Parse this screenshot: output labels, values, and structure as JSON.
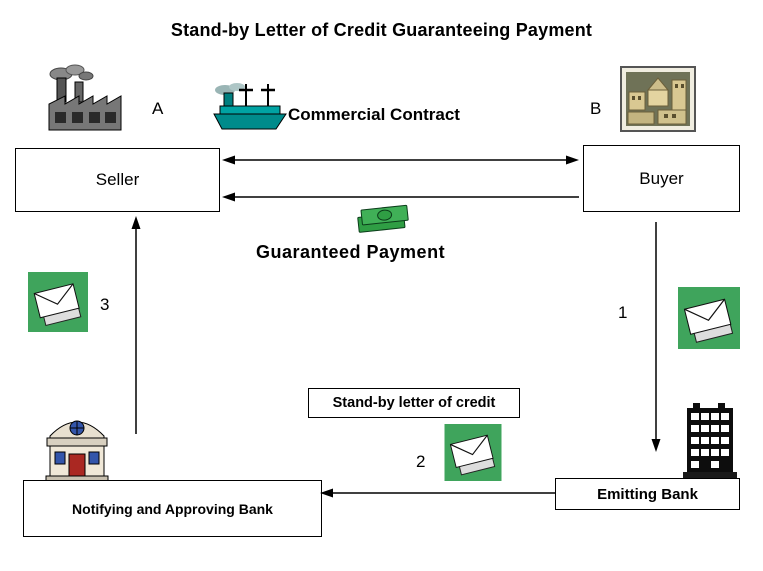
{
  "title": "Stand-by Letter of Credit Guaranteeing Payment",
  "parties": {
    "seller": {
      "label": "Seller",
      "marker": "A"
    },
    "buyer": {
      "label": "Buyer",
      "marker": "B"
    }
  },
  "banks": {
    "notifying": {
      "label": "Notifying and Approving Bank"
    },
    "emitting": {
      "label": "Emitting Bank"
    }
  },
  "flows": {
    "commercial_contract": "Commercial Contract",
    "guaranteed_payment": "Guaranteed Payment",
    "standby_letter_of_credit": "Stand-by letter of credit"
  },
  "steps": {
    "one": "1",
    "two": "2",
    "three": "3"
  },
  "icons": {
    "factory": "factory-icon",
    "cargo_ship": "cargo-ship-icon",
    "city_photo": "city-image",
    "cash": "money-icon",
    "envelope": "envelope-icon",
    "classical_bank": "bank-building-icon",
    "office_building": "office-building-icon"
  },
  "colors": {
    "envelope_background": "#3fa45c",
    "ship_teal": "#008b8b",
    "money_green": "#2f9e44",
    "line_black": "#000000"
  }
}
